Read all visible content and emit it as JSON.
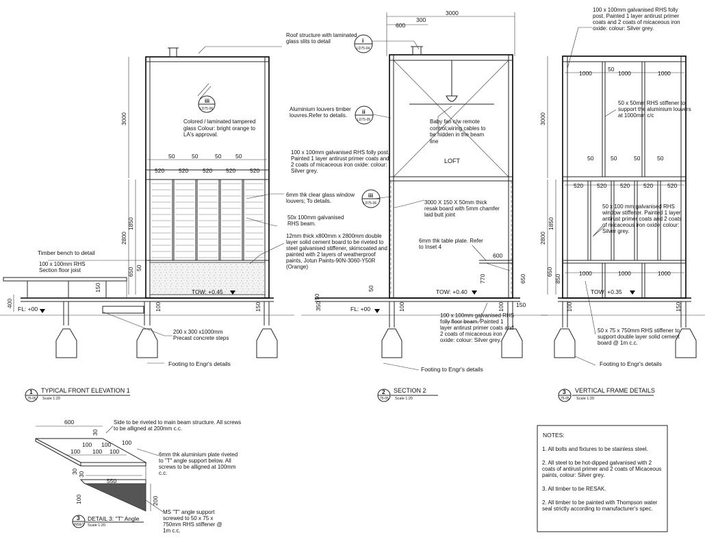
{
  "elevation1": {
    "roof_note": "Roof structure with laminated glass slits to detail",
    "glass_note": "Colored / laminated tampered glass Colour: bright orange to LA's approval.",
    "post_note": "100 x 100mm galvanised RHS folly post. Painted 1 layer antirust primer coats and 2 coats of micaceous iron oxide: colour: Silver grey.",
    "louver_note": "Aluminium louvers timber louvres.Refer to details.",
    "glass_louver_note": "6mm thk clear glass window louvers; To details.",
    "beam_note": "50x 100mm galvanised RHS beam.",
    "cement_note": "12mm thick x800mm x 2800mm double layer solid cement board to be riveted to steel galvanised stiffener, skimcoated and painted with 2 layers of weatherproof paints, Jotun Paints-90N-3060-Y50R (Orange)",
    "bench_note": "Timber bench to detail",
    "joist_note": "100 x 100mm RHS Section floor joist",
    "steps_note": "200 x 300 x1000mm Precast concrete steps",
    "footing_note": "Footing to Engr's details",
    "tow": "TOW: +0.45",
    "fl": "FL: +00",
    "dim_3000": "3000",
    "dim_1850": "1850",
    "dim_2800": "2800",
    "dim_650": "650",
    "dim_50": "50",
    "dim_400": "400",
    "dim_150": "150",
    "dim_100": "100",
    "dim_520": "520",
    "title": "TYPICAL FRONT ELEVATION 1",
    "scale": "Scale 1:20",
    "num": "1",
    "ref": "75-05"
  },
  "section2": {
    "dim_3000": "3000",
    "dim_600": "600",
    "dim_300": "300",
    "callout_i": "i",
    "callout_i_ref": "LD75-04",
    "callout_ii": "ii",
    "callout_ii_ref": "LD75-05",
    "callout_iii": "iii",
    "callout_iii_ref": "LD75-06",
    "fan_note": "Baby fan c/w remote control,wiring cables to be hidden in the beam line",
    "loft": "LOFT",
    "resak_note": "3000 X 150 X 50mm thick resak board with 5mm chamfer laid butt joint",
    "table_note": "6mm thk table plate. Refer to Inset 4",
    "dim_600b": "600",
    "dim_770": "770",
    "dim_650": "650",
    "dim_50": "50",
    "dim_350": "350",
    "dim_100": "100",
    "dim_150": "150",
    "tow": "TOW: +0.40",
    "fl": "FL: +00",
    "floor_beam_note": "100 x 100mm galvanised RHS folly floor beam. Painted 1 layer antirust primer coats and 2 coats of micaceous iron oxide: colour: Silver grey.",
    "footing_note": "Footing to Engr's details",
    "title": "SECTION 2",
    "scale": "Scale 1:20",
    "num": "2",
    "ref": "75-05"
  },
  "frame3": {
    "post_note": "100 x 100mm galvanised RHS folly post. Painted 1 layer antirust primer coats and 2 coats of micaceous iron oxide: colour: Silver grey.",
    "stiffener_note": "50 x 50mm RHS stiffener to support the aluminium louvers at 1000mm c/c",
    "window_note": "50 x 100 mm galvanised RHS window stiffener. Painted 1 layer antirust primer coats and 2 coats of micaceous iron oxide: colour: Silver grey.",
    "stiffener2_note": "50 x 75 x 750mm RHS stiffener to support double layer solid cement board @ 1m c.c.",
    "footing_note": "Footing to Engr's details",
    "tow": "TOW: +0.35",
    "dim_1000": "1000",
    "dim_50": "50",
    "dim_520": "520",
    "dim_3000": "3000",
    "dim_1850": "1850",
    "dim_2800": "2800",
    "dim_650": "650",
    "dim_850": "850",
    "dim_100": "100",
    "dim_150": "150",
    "title": "VERTICAL FRAME DETAILS",
    "scale": "Scale 1:20",
    "num": "3",
    "ref": "75-05"
  },
  "detail3": {
    "dim_600": "600",
    "dim_30": "30",
    "dim_100": "100",
    "dim_550": "550",
    "dim_200": "200",
    "dim_100b": "100",
    "rivet_note": "Side to be riveted to main beam structure. All screws to be alligned at 200mm c.c.",
    "plate_note": "6mm thk aluminium plate riveted to \"T\" angle support below. All screws to be alligned at 100mm c.c.",
    "angle_note": "MS \"T\" angle support screwed to 50 x 75 x 750mm RHS stiffener @ 1m c.c.",
    "title": "DETAIL 3: \"T\" Angle",
    "scale": "Scale 1:20",
    "num": "3",
    "ref": "INSET"
  },
  "notes": {
    "heading": "NOTES:",
    "n1": "1. All bolts and fixtures to be stainless steel.",
    "n2": "2. All steel to be hot-dipped galvanised with 2 coats of antirust primer and 2 coats of Micaceous paints, colour: Silver grey.",
    "n3": "3. All timber to be RESAK.",
    "n4": "2. All timber to be painted with Thompson water seal strictly according to manufacturer's spec."
  }
}
